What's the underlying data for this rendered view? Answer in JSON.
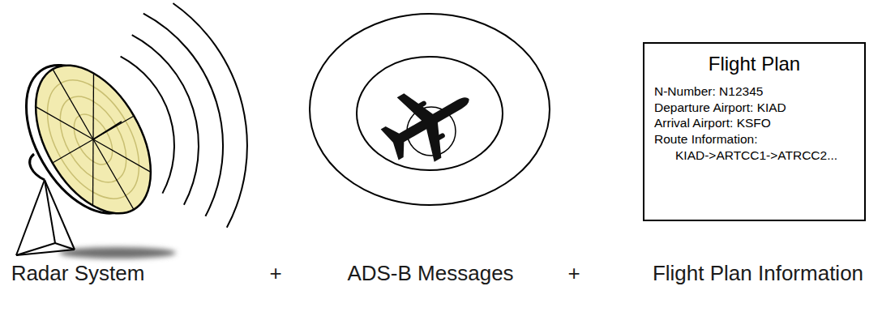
{
  "diagram": {
    "nodes": [
      {
        "text": [
          "Flight Plan",
          "N-Number: N12345",
          "Departure Airport: KIAD",
          "Arrival Airport: KSFO",
          "Route Information:",
          "KIAD->ARTCC1->ATRCC2..."
        ]
      }
    ],
    "labels": [
      "Radar System",
      "+",
      "ADS-B Messages",
      "+",
      "Flight Plan Information"
    ]
  }
}
